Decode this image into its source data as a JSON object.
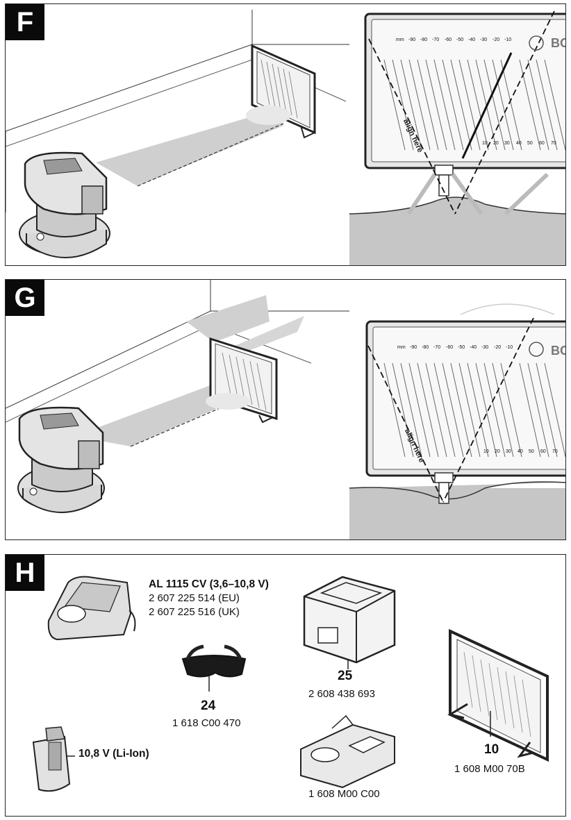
{
  "panels": {
    "f": {
      "letter": "F"
    },
    "g": {
      "letter": "G"
    },
    "h": {
      "letter": "H"
    }
  },
  "target_scale": {
    "top_ticks": [
      "mm",
      "-90",
      "-80",
      "-70",
      "-60",
      "-50",
      "-40",
      "-30",
      "-20",
      "-10"
    ],
    "bottom_ticks": [
      "10",
      "20",
      "30",
      "40",
      "50",
      "60",
      "70"
    ],
    "align_text": "align here",
    "brand": "BOSCH"
  },
  "accessories": {
    "charger": {
      "title": "AL 1115 CV (3,6–10,8 V)",
      "line1": "2 607 225 514 (EU)",
      "line2": "2 607 225 516 (UK)"
    },
    "glasses": {
      "number": "24",
      "part": "1 618 C00 470"
    },
    "case": {
      "number": "25",
      "part": "2 608 438 693"
    },
    "insert": {
      "part": "1 608 M00 C00"
    },
    "target": {
      "number": "10",
      "part": "1 608 M00 70B"
    },
    "battery": {
      "label": "10,8 V (Li-Ion)"
    }
  }
}
